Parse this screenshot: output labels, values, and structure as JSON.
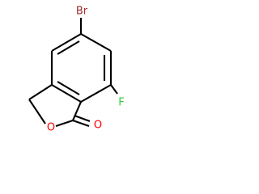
{
  "molecule": {
    "atoms": {
      "bromine": "Br",
      "fluorine": "F",
      "ring_oxygen": "O",
      "carbonyl_oxygen": "O"
    }
  },
  "colors": {
    "bond": "#000000",
    "bromine": "#a52a2a",
    "fluorine": "#33cc33",
    "oxygen": "#ff0000"
  }
}
